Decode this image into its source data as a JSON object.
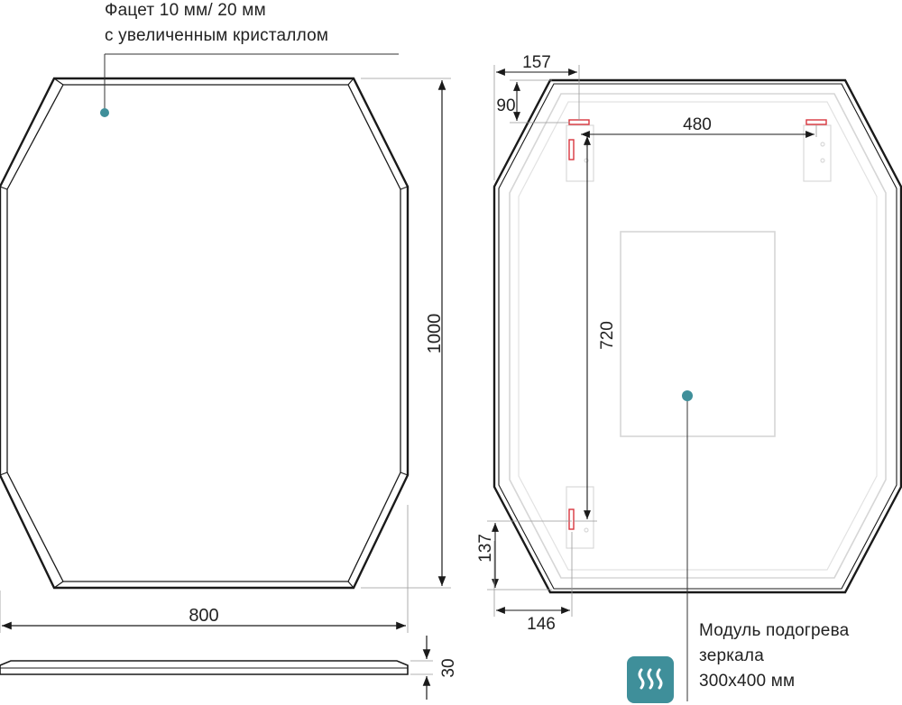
{
  "front_view": {
    "note_line1": "Фацет 10 мм/ 20 мм",
    "note_line2": "с  увеличенным кристаллом",
    "dim_width": "800",
    "dim_height": "1000",
    "dim_depth": "30"
  },
  "back_view": {
    "dim_top_offset": "157",
    "dim_top_drop": "90",
    "dim_mount_spacing": "480",
    "dim_mount_height": "720",
    "dim_bottom_height": "137",
    "dim_bottom_offset": "146",
    "module_line1": "Модуль подогрева",
    "module_line2": "зеркала",
    "module_line3": "300х400 мм"
  },
  "colors": {
    "outline": "#1a1a1a",
    "dimension": "#222222",
    "marker": "#3f8f9a",
    "bracket": "#d9363e",
    "faint": "#d6d6d6"
  },
  "icons": {
    "heating": "heat-waves-icon"
  }
}
